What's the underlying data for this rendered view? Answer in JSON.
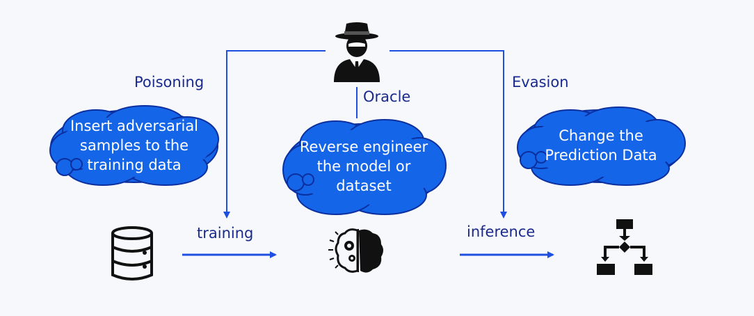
{
  "labels": {
    "poisoning": "Poisoning",
    "oracle": "Oracle",
    "evasion": "Evasion",
    "training": "training",
    "inference": "inference"
  },
  "clouds": {
    "poisoning": [
      "Insert adversarial",
      "samples to the",
      "training data"
    ],
    "oracle": [
      "Reverse engineer",
      "the model or",
      "dataset"
    ],
    "evasion": [
      "Change the",
      "Prediction Data"
    ]
  },
  "icons": [
    "attacker-icon",
    "database-icon",
    "brain-gears-icon",
    "flowchart-icon"
  ],
  "colors": {
    "arrow": "#1f4fe0",
    "cloud_fill": "#1565e8",
    "cloud_stroke": "#0b2f9e",
    "label_text": "#1a2a8c",
    "icon": "#111111"
  }
}
